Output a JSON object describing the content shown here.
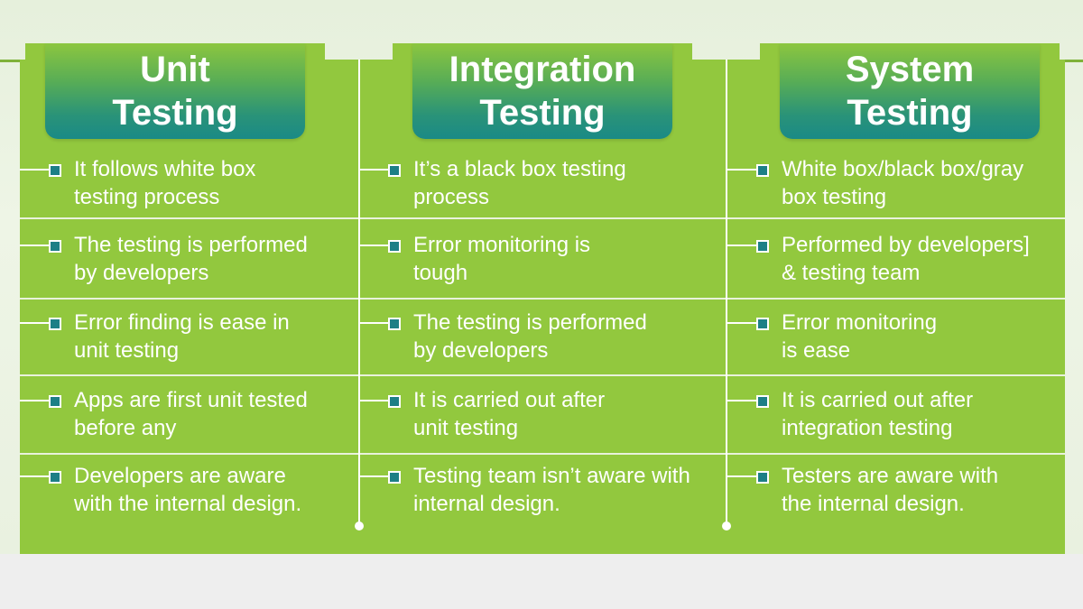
{
  "columns": [
    {
      "title_line1": "Unit",
      "title_line2": "Testing",
      "items": [
        [
          "It follows white box",
          "testing process"
        ],
        [
          "The testing is performed",
          "by developers"
        ],
        [
          "Error finding is ease in",
          "unit testing"
        ],
        [
          "Apps are first unit tested",
          "before any"
        ],
        [
          "Developers are aware",
          "with the internal design."
        ]
      ]
    },
    {
      "title_line1": "Integration",
      "title_line2": "Testing",
      "items": [
        [
          "It’s a black box testing",
          "process"
        ],
        [
          "Error monitoring is",
          "tough"
        ],
        [
          "The testing is performed",
          "by developers"
        ],
        [
          "It is carried out after",
          "unit testing"
        ],
        [
          "Testing team isn’t aware with",
          "internal design."
        ]
      ]
    },
    {
      "title_line1": "System",
      "title_line2": "Testing",
      "items": [
        [
          "White box/black box/gray",
          "box testing"
        ],
        [
          "Performed by developers]",
          "& testing team"
        ],
        [
          "Error monitoring",
          "is ease"
        ],
        [
          "It is carried out after",
          "integration testing"
        ],
        [
          "Testers are aware with",
          "the internal design."
        ]
      ]
    }
  ],
  "colors": {
    "panel": "#92c83e",
    "header_top": "#8cc63f",
    "header_bottom": "#1a8a86",
    "bullet": "#1d7f86",
    "text": "#ffffff"
  }
}
